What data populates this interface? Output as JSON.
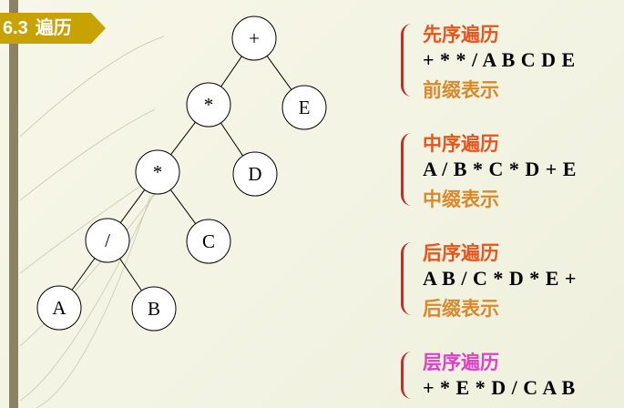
{
  "section": {
    "number": "6.3",
    "title": "遍历"
  },
  "colors": {
    "badge": "#c8a200",
    "brace": "#b9312a",
    "traversal_title": "#e8541c",
    "notation_label": "#d9882a",
    "level_title": "#e040c8"
  },
  "tree_nodes": [
    {
      "id": "plus",
      "label": "+"
    },
    {
      "id": "times_top",
      "label": "*"
    },
    {
      "id": "E",
      "label": "E"
    },
    {
      "id": "times_mid",
      "label": "*"
    },
    {
      "id": "D",
      "label": "D"
    },
    {
      "id": "div",
      "label": "/"
    },
    {
      "id": "C",
      "label": "C"
    },
    {
      "id": "A",
      "label": "A"
    },
    {
      "id": "B",
      "label": "B"
    }
  ],
  "tree_edges": [
    [
      "plus",
      "times_top"
    ],
    [
      "plus",
      "E"
    ],
    [
      "times_top",
      "times_mid"
    ],
    [
      "times_top",
      "D"
    ],
    [
      "times_mid",
      "div"
    ],
    [
      "times_mid",
      "C"
    ],
    [
      "div",
      "A"
    ],
    [
      "div",
      "B"
    ]
  ],
  "traversals": {
    "preorder": {
      "title": "先序遍历",
      "sequence": "+ * * / A B C D E",
      "notation": "前缀表示"
    },
    "inorder": {
      "title": "中序遍历",
      "sequence": "A / B * C * D + E",
      "notation": "中缀表示"
    },
    "postorder": {
      "title": "后序遍历",
      "sequence": "A B / C * D * E +",
      "notation": "后缀表示"
    },
    "levelorder": {
      "title": "层序遍历",
      "sequence": "+ * E * D / C A B"
    }
  }
}
